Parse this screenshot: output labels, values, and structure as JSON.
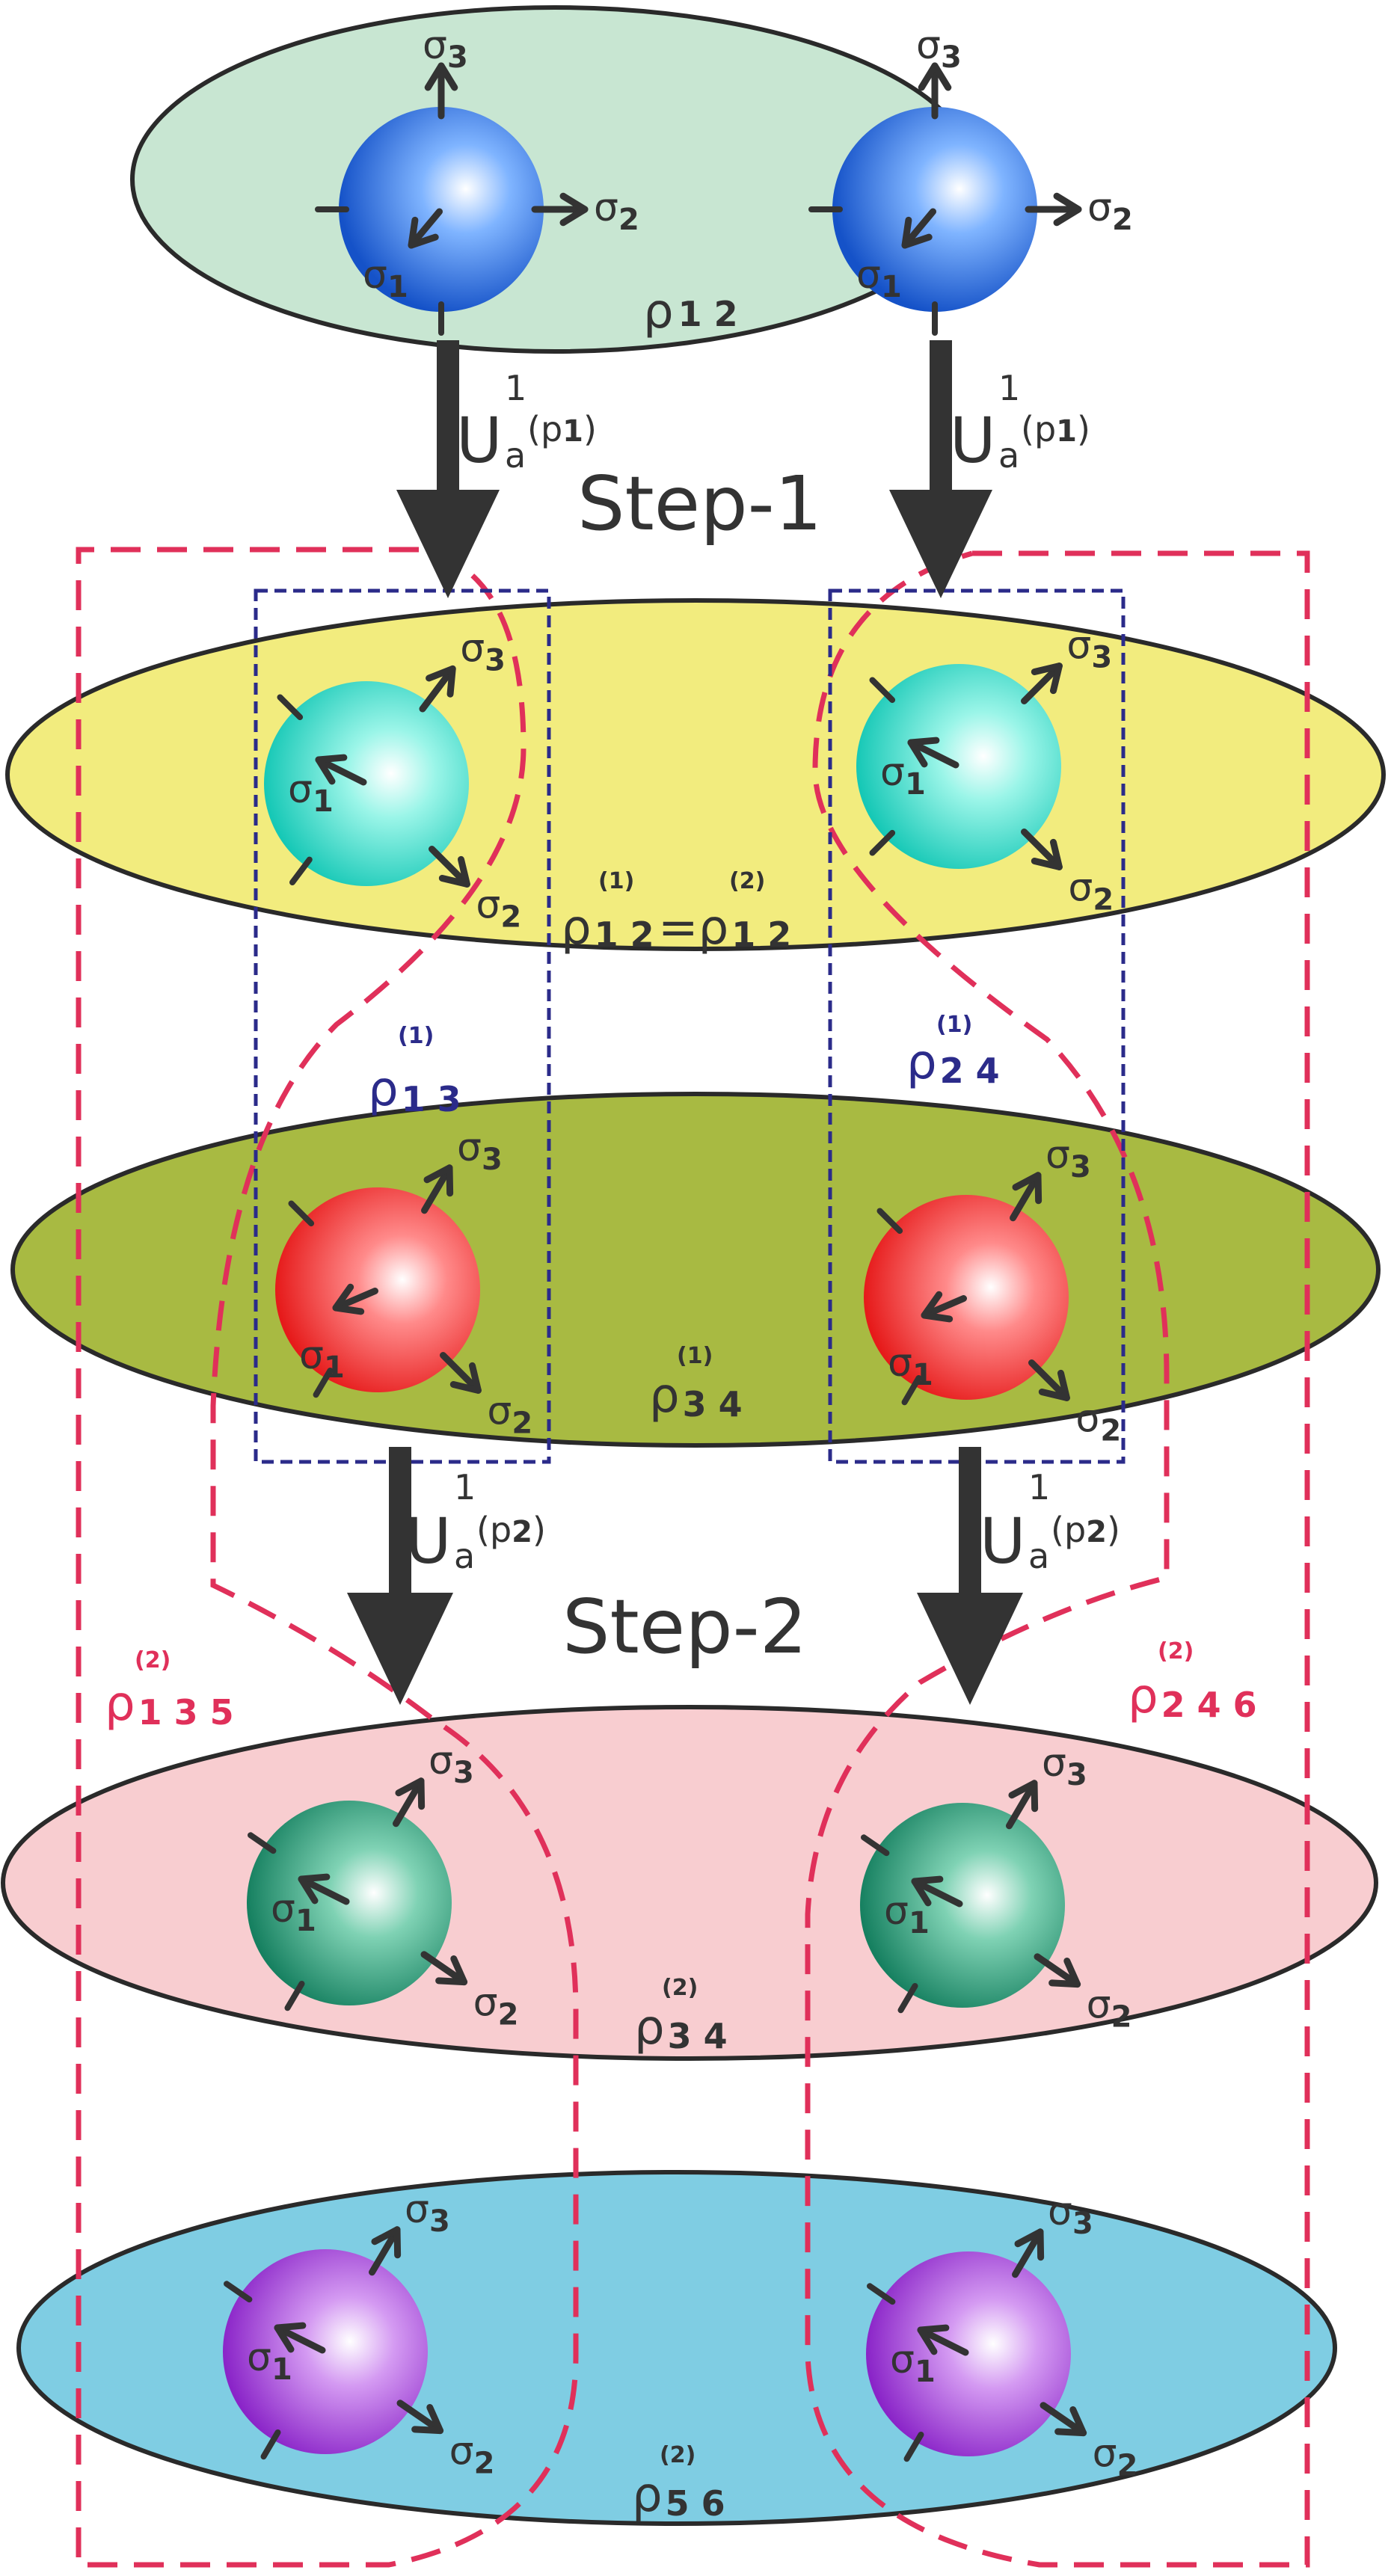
{
  "colors": {
    "ellipse_fills": [
      "#c8e6d2",
      "#f2ec7e",
      "#a8ba42",
      "#f8cdd0",
      "#7fcde3"
    ],
    "sphere_colors": [
      "#1e64d6",
      "#29dcc8",
      "#ee2424",
      "#1e8c6e",
      "#9c32d2"
    ],
    "dashed_red": "#e0305a",
    "dashed_blue": "#2b2b8a",
    "ink": "#333333"
  },
  "axes": {
    "s1": "σ",
    "s1_sub": "1",
    "s2": "σ",
    "s2_sub": "2",
    "s3": "σ",
    "s3_sub": "3"
  },
  "layers": [
    {
      "label": "ρ",
      "sub": "1 2",
      "sup": ""
    },
    {
      "label": "ρ",
      "sub": "1 2",
      "sup": "(1)",
      "eq": "=",
      "label2": "ρ",
      "sub2": "1 2",
      "sup2": "(2)"
    },
    {
      "label": "ρ",
      "sub": "3 4",
      "sup": "(1)"
    },
    {
      "label": "ρ",
      "sub": "3 4",
      "sup": "(2)"
    },
    {
      "label": "ρ",
      "sub": "5 6",
      "sup": "(2)"
    }
  ],
  "pairs": {
    "r13": {
      "label": "ρ",
      "sub": "1 3",
      "sup": "(1)"
    },
    "r24": {
      "label": "ρ",
      "sub": "2 4",
      "sup": "(1)"
    },
    "r135": {
      "label": "ρ",
      "sub": "1 3 5",
      "sup": "(2)"
    },
    "r246": {
      "label": "ρ",
      "sub": "2 4 6",
      "sup": "(2)"
    }
  },
  "steps": {
    "step1": "Step-1",
    "step2": "Step-2"
  },
  "unitary1": {
    "main": "U",
    "sup": "1",
    "sub": "a",
    "arg": "(p",
    "arg_sub": "1",
    "close": ")"
  },
  "unitary2": {
    "main": "U",
    "sup": "1",
    "sub": "a",
    "arg": "(p",
    "arg_sub": "2",
    "close": ")"
  }
}
